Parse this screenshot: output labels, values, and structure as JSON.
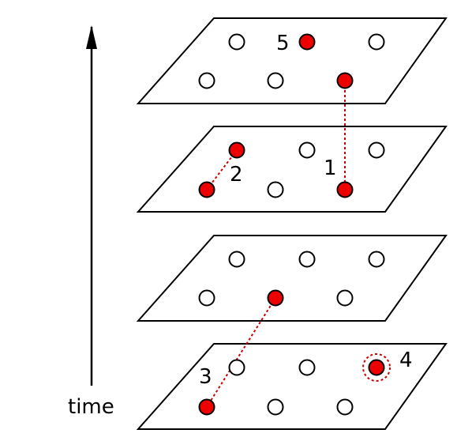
{
  "axis_label": "time",
  "colors": {
    "active_node": "#ee0000",
    "inactive_node": "#ffffff",
    "stroke": "#000000",
    "link": "#cc0000"
  },
  "layers": [
    {
      "level": "top",
      "label": "5"
    },
    {
      "level": "upper-middle",
      "link_labels": [
        "2",
        "1"
      ]
    },
    {
      "level": "lower-middle"
    },
    {
      "level": "bottom",
      "labels": [
        "3",
        "4"
      ]
    }
  ],
  "annotations": {
    "n1": "1",
    "n2": "2",
    "n3": "3",
    "n4": "4",
    "n5": "5"
  }
}
